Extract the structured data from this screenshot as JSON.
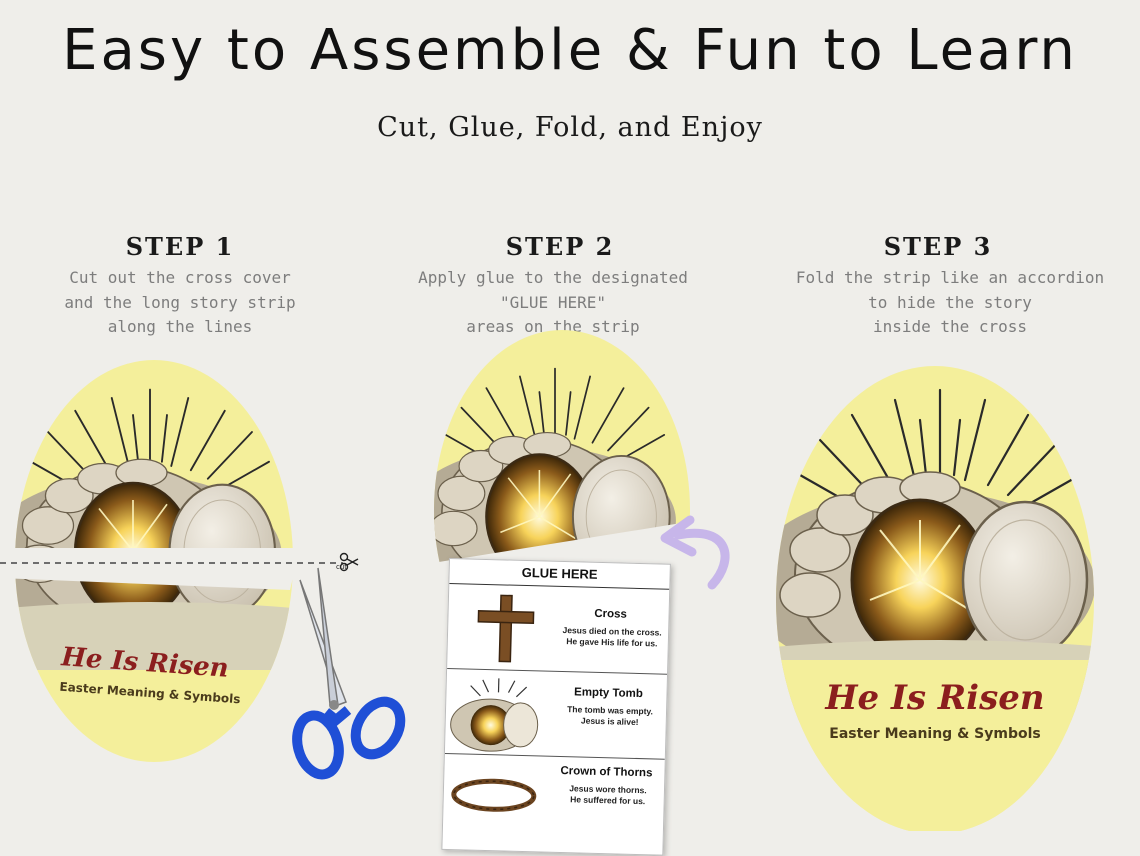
{
  "title": "Easy to Assemble & Fun to Learn",
  "subtitle": "Cut, Glue, Fold, and Enjoy",
  "steps": [
    {
      "heading": "STEP 1",
      "lines": [
        "Cut out the cross cover",
        "and the long story strip",
        "along the lines"
      ]
    },
    {
      "heading": "STEP 2",
      "lines": [
        "Apply glue to the designated",
        "\"GLUE HERE\"",
        "areas on the strip"
      ]
    },
    {
      "heading": "STEP 3",
      "lines": [
        "Fold the strip like an accordion",
        "to hide the story",
        "inside the cross"
      ]
    }
  ],
  "cover": {
    "title": "He Is Risen",
    "subtitle": "Easter Meaning & Symbols"
  },
  "cut_label": "cut",
  "strip": {
    "header": "GLUE HERE",
    "panels": [
      {
        "title": "Cross",
        "lines": [
          "Jesus died on the cross.",
          "He gave His life for us."
        ]
      },
      {
        "title": "Empty Tomb",
        "lines": [
          "The tomb was empty.",
          "Jesus is alive!"
        ]
      },
      {
        "title": "Crown of Thorns",
        "lines": [
          "Jesus wore thorns.",
          "He suffered for us."
        ]
      }
    ]
  },
  "colors": {
    "oval": "#f4ef9b",
    "cover_title": "#8b1e1e",
    "scissors": "#1f4fd6",
    "arrow": "#c7b6ea"
  }
}
